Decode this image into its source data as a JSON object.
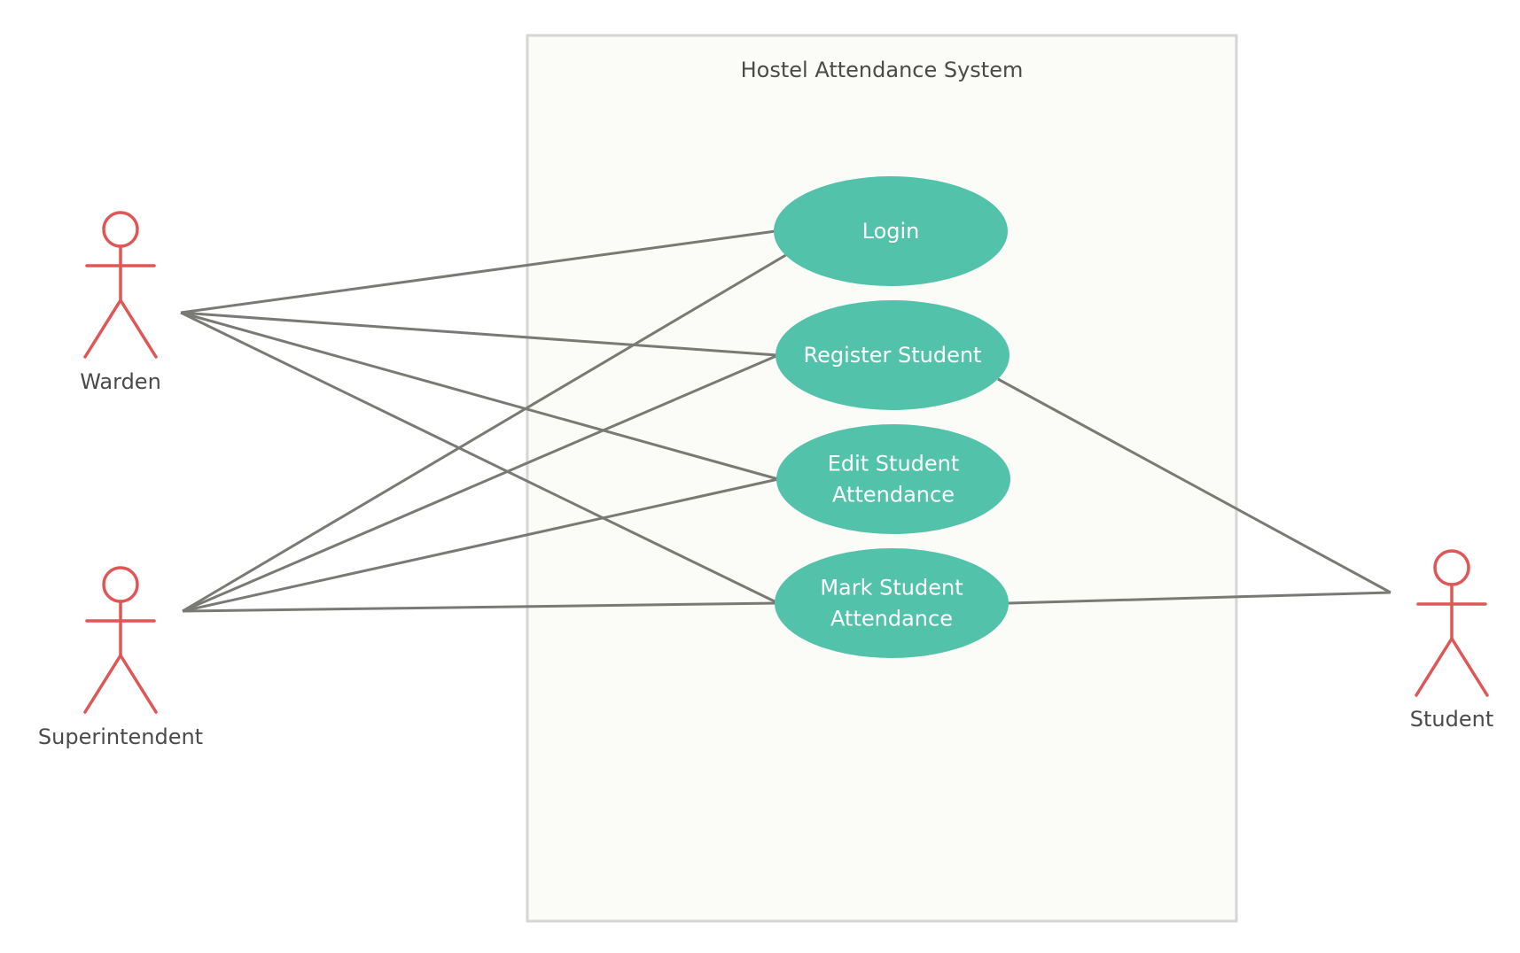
{
  "diagram": {
    "system": {
      "title": "Hostel Attendance System"
    },
    "actors": [
      {
        "id": "warden",
        "name": "Warden"
      },
      {
        "id": "superintendent",
        "name": "Superintendent"
      },
      {
        "id": "student",
        "name": "Student"
      }
    ],
    "use_cases": [
      {
        "id": "login",
        "lines": [
          "Login"
        ]
      },
      {
        "id": "register",
        "lines": [
          "Register Student"
        ]
      },
      {
        "id": "edit",
        "lines": [
          "Edit Student",
          "Attendance"
        ]
      },
      {
        "id": "mark",
        "lines": [
          "Mark Student",
          "Attendance"
        ]
      }
    ],
    "associations": [
      {
        "actor": "warden",
        "use_case": "login"
      },
      {
        "actor": "warden",
        "use_case": "register"
      },
      {
        "actor": "warden",
        "use_case": "edit"
      },
      {
        "actor": "warden",
        "use_case": "mark"
      },
      {
        "actor": "superintendent",
        "use_case": "login"
      },
      {
        "actor": "superintendent",
        "use_case": "register"
      },
      {
        "actor": "superintendent",
        "use_case": "edit"
      },
      {
        "actor": "superintendent",
        "use_case": "mark"
      },
      {
        "actor": "student",
        "use_case": "register"
      },
      {
        "actor": "student",
        "use_case": "mark"
      }
    ],
    "colors": {
      "actor": "#e05555",
      "use_case_fill": "#52c2ab",
      "line": "#7a7a74",
      "system_fill": "#fbfbf7",
      "system_border": "#d6d6d6"
    }
  }
}
